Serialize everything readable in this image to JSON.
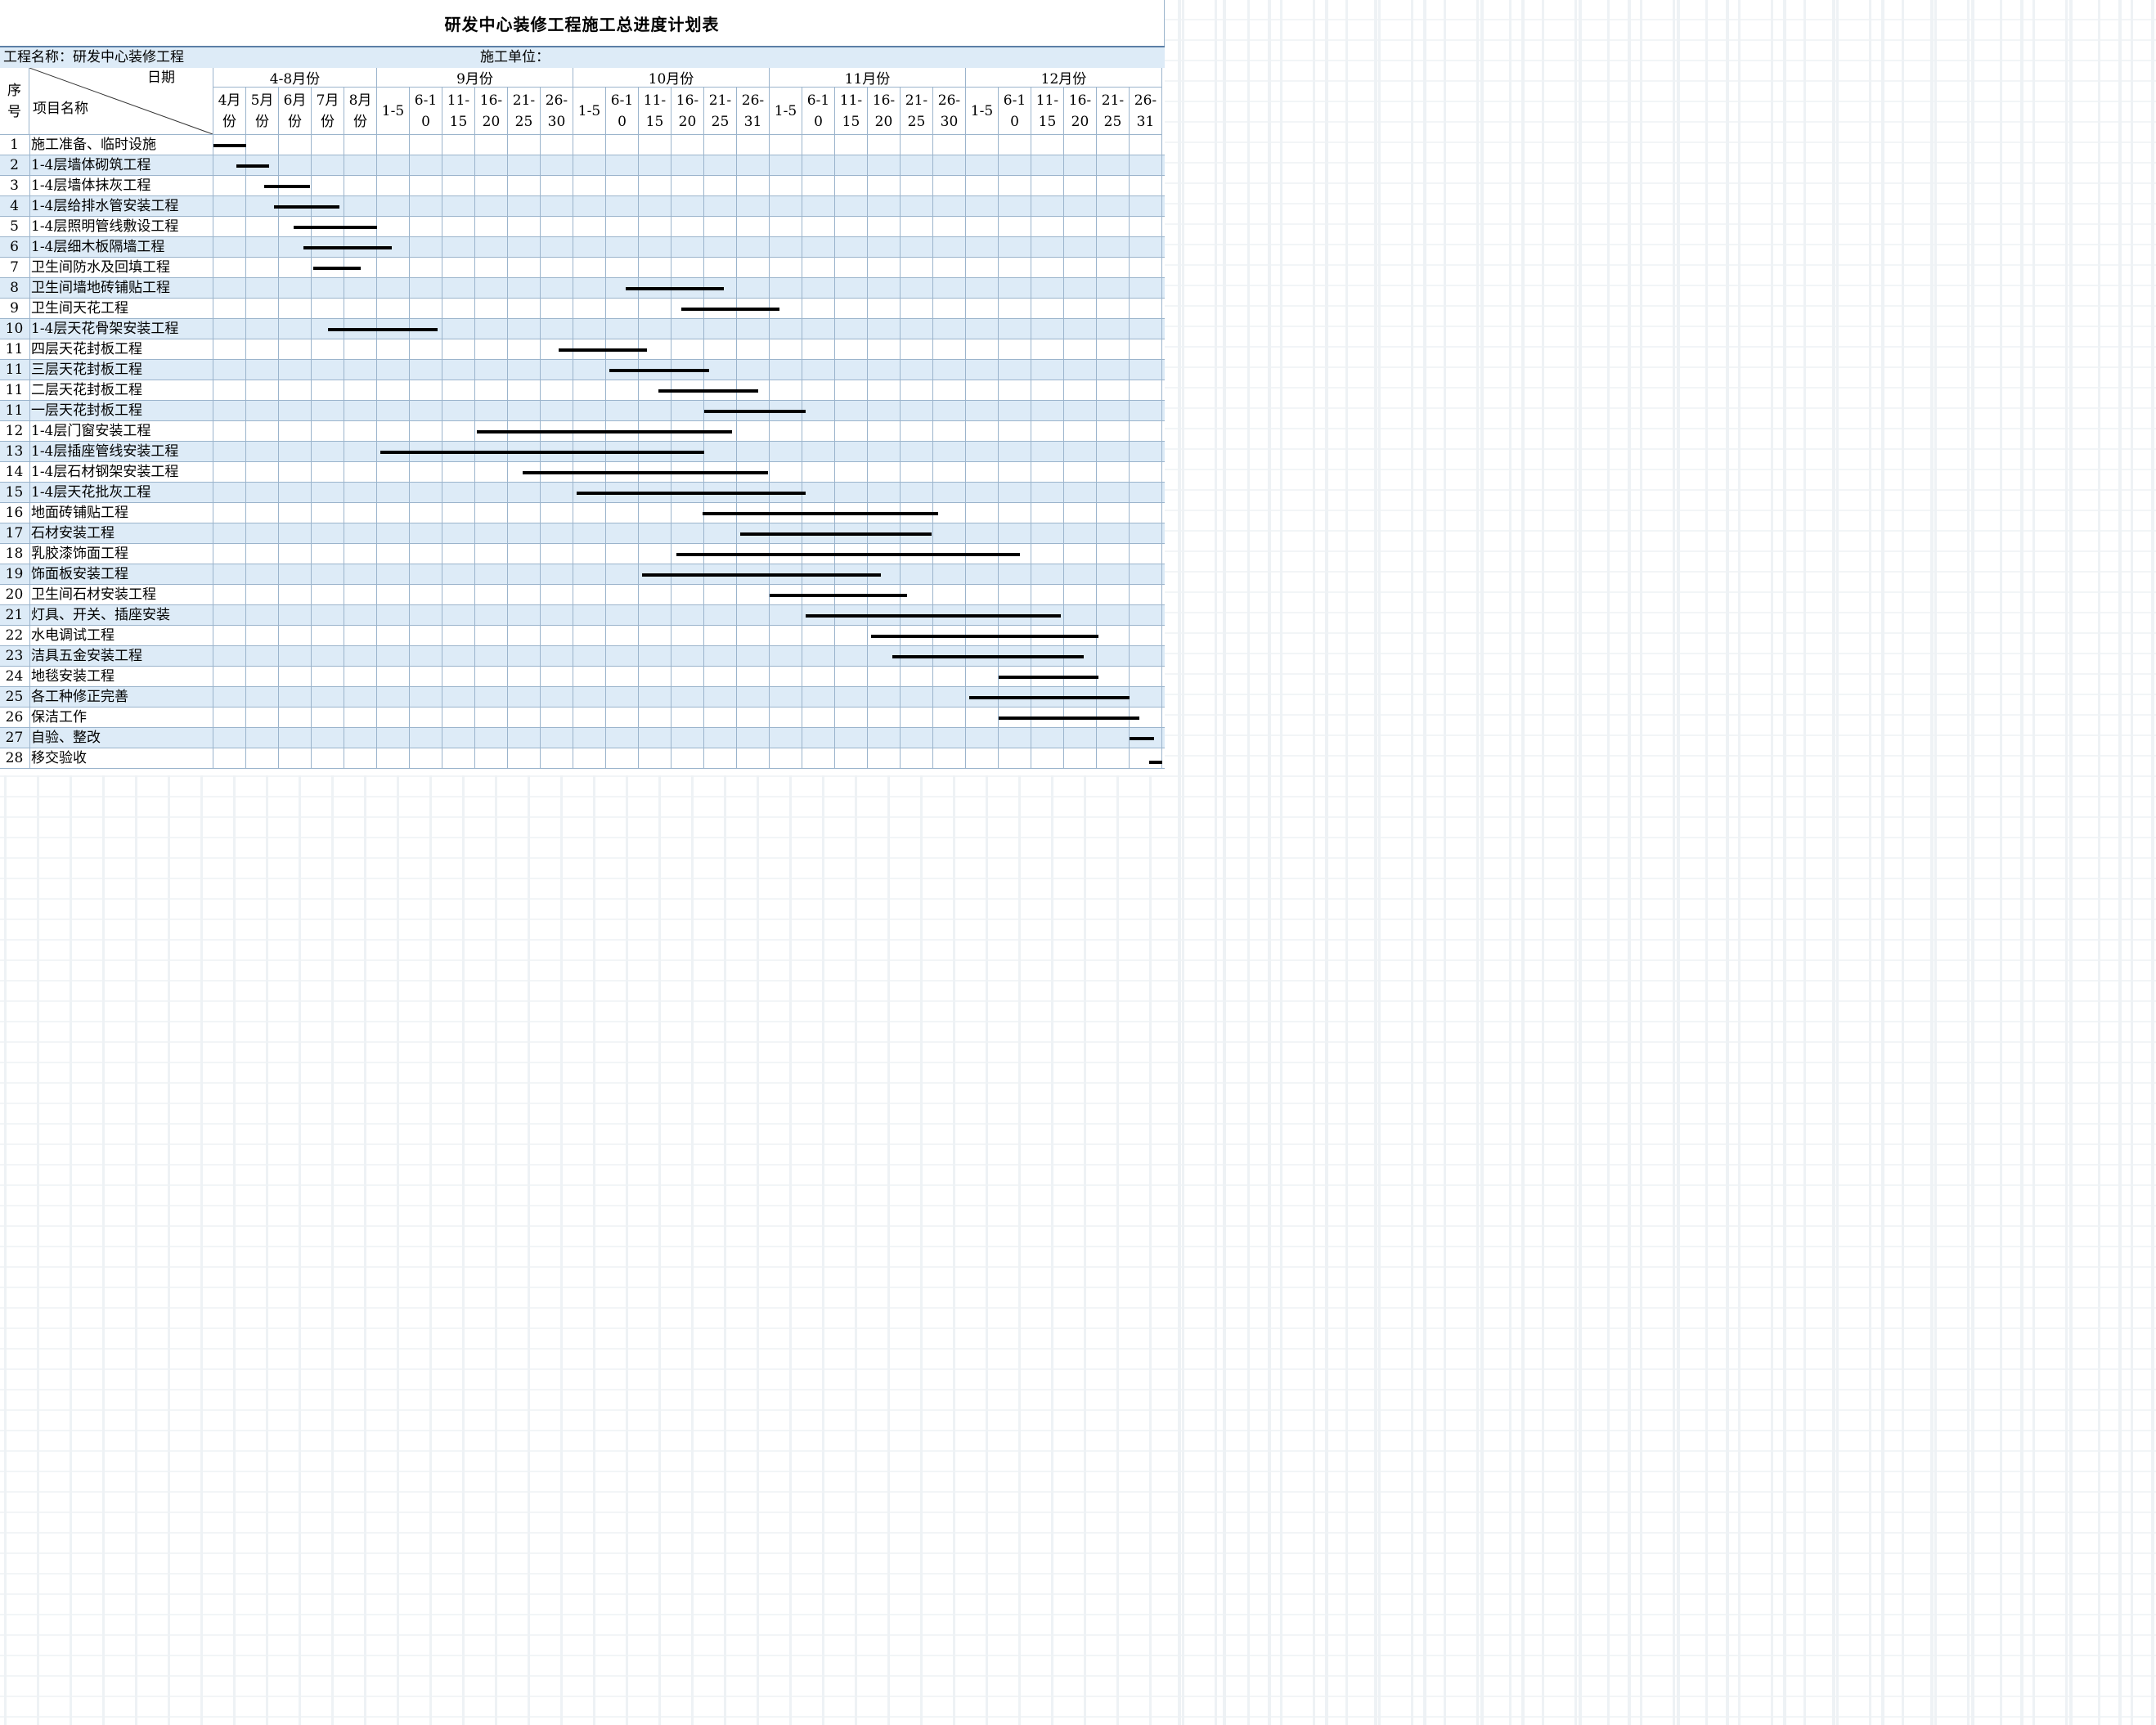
{
  "sheet": {
    "title": "研发中心装修工程施工总进度计划表",
    "project_label": "工程名称：研发中心装修工程",
    "contractor_label": "施工单位："
  },
  "header": {
    "seq_label": "序号",
    "date_label": "日期",
    "item_label": "项目名称",
    "month_groups": [
      {
        "label": "4-8月份",
        "span": 5
      },
      {
        "label": "9月份",
        "span": 6
      },
      {
        "label": "10月份",
        "span": 6
      },
      {
        "label": "11月份",
        "span": 6
      },
      {
        "label": "12月份",
        "span": 6
      }
    ],
    "columns": [
      "4月份",
      "5月份",
      "6月份",
      "7月份",
      "8月份",
      "1-5",
      "6-10",
      "11-15",
      "16-20",
      "21-25",
      "26-30",
      "1-5",
      "6-10",
      "11-15",
      "16-20",
      "21-25",
      "26-31",
      "1-5",
      "6-10",
      "11-15",
      "16-20",
      "21-25",
      "26-30",
      "1-5",
      "6-10",
      "11-15",
      "16-20",
      "21-25",
      "26-31"
    ]
  },
  "tasks": [
    {
      "no": "1",
      "name": "施工准备、临时设施",
      "start": 0.0,
      "end": 1.0
    },
    {
      "no": "2",
      "name": "1-4层墙体砌筑工程",
      "start": 0.7,
      "end": 1.7
    },
    {
      "no": "3",
      "name": "1-4层墙体抹灰工程",
      "start": 1.55,
      "end": 2.95
    },
    {
      "no": "4",
      "name": "1-4层给排水管安装工程",
      "start": 1.85,
      "end": 3.85
    },
    {
      "no": "5",
      "name": "1-4层照明管线敷设工程",
      "start": 2.45,
      "end": 5.0
    },
    {
      "no": "6",
      "name": "1-4层细木板隔墙工程",
      "start": 2.75,
      "end": 5.45
    },
    {
      "no": "7",
      "name": "卫生间防水及回填工程",
      "start": 3.05,
      "end": 4.5
    },
    {
      "no": "8",
      "name": "卫生间墙地砖铺贴工程",
      "start": 12.6,
      "end": 15.6
    },
    {
      "no": "9",
      "name": "卫生间天花工程",
      "start": 14.3,
      "end": 17.3
    },
    {
      "no": "10",
      "name": "1-4层天花骨架安装工程",
      "start": 3.5,
      "end": 6.85
    },
    {
      "no": "11",
      "name": "四层天花封板工程",
      "start": 10.55,
      "end": 13.25
    },
    {
      "no": "11",
      "name": "三层天花封板工程",
      "start": 12.1,
      "end": 15.15
    },
    {
      "no": "11",
      "name": "二层天花封板工程",
      "start": 13.6,
      "end": 16.65
    },
    {
      "no": "11",
      "name": "一层天花封板工程",
      "start": 15.0,
      "end": 18.1
    },
    {
      "no": "12",
      "name": "1-4层门窗安装工程",
      "start": 8.05,
      "end": 15.85
    },
    {
      "no": "13",
      "name": "1-4层插座管线安装工程",
      "start": 5.1,
      "end": 15.0
    },
    {
      "no": "14",
      "name": "1-4层石材钢架安装工程",
      "start": 9.45,
      "end": 16.95
    },
    {
      "no": "15",
      "name": "1-4层天花批灰工程",
      "start": 11.1,
      "end": 18.1
    },
    {
      "no": "16",
      "name": "地面砖铺贴工程",
      "start": 14.95,
      "end": 22.15
    },
    {
      "no": "17",
      "name": "石材安装工程",
      "start": 16.1,
      "end": 21.95
    },
    {
      "no": "18",
      "name": "乳胶漆饰面工程",
      "start": 14.15,
      "end": 24.65
    },
    {
      "no": "19",
      "name": "饰面板安装工程",
      "start": 13.1,
      "end": 20.4
    },
    {
      "no": "20",
      "name": "卫生间石材安装工程",
      "start": 17.0,
      "end": 21.2
    },
    {
      "no": "21",
      "name": "灯具、开关、插座安装",
      "start": 18.1,
      "end": 25.9
    },
    {
      "no": "22",
      "name": "水电调试工程",
      "start": 20.1,
      "end": 27.05
    },
    {
      "no": "23",
      "name": "洁具五金安装工程",
      "start": 20.75,
      "end": 26.6
    },
    {
      "no": "24",
      "name": "地毯安装工程",
      "start": 24.0,
      "end": 27.05
    },
    {
      "no": "25",
      "name": "各工种修正完善",
      "start": 23.1,
      "end": 28.0
    },
    {
      "no": "26",
      "name": "保洁工作",
      "start": 24.0,
      "end": 28.3
    },
    {
      "no": "27",
      "name": "自验、整改",
      "start": 28.0,
      "end": 28.75
    },
    {
      "no": "28",
      "name": "移交验收",
      "start": 28.6,
      "end": 29.0
    }
  ],
  "colors": {
    "stripe": "#ddebf7",
    "grid": "#9bb4cc",
    "bar": "#000000"
  }
}
